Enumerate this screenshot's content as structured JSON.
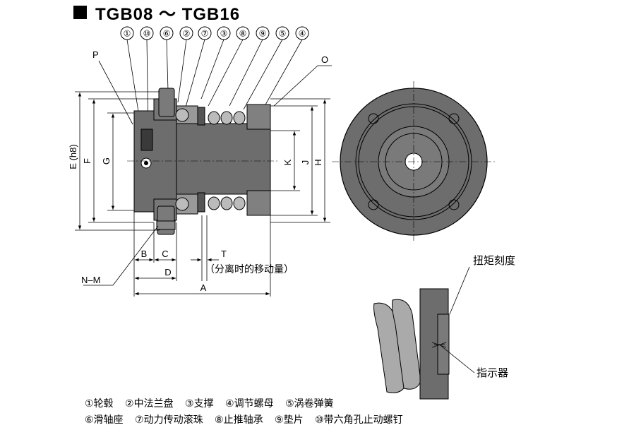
{
  "title": "TGB08 ～ TGB16",
  "callouts": [
    "①",
    "⑩",
    "⑥",
    "②",
    "⑦",
    "③",
    "⑧",
    "⑨",
    "⑤",
    "④"
  ],
  "side_labels": {
    "p": "P",
    "o": "O",
    "nm": "N–M"
  },
  "dimensions": {
    "e": "E (h8)",
    "f": "F",
    "g": "G",
    "k": "K",
    "j": "J",
    "h": "H",
    "b": "B",
    "c": "C",
    "d": "D",
    "a": "A",
    "t": "T",
    "t_note": "（分离时的移动量）"
  },
  "detail_labels": {
    "torque_scale": "扭矩刻度",
    "indicator": "指示器"
  },
  "legend": {
    "row1": [
      "①轮毂",
      "②中法兰盘",
      "③支撑",
      "④调节螺母",
      "⑤涡卷弹簧"
    ],
    "row2": [
      "⑥滑轴座",
      "⑦动力传动滚珠",
      "⑧止推轴承",
      "⑨垫片",
      "⑩带六角孔止动螺钉"
    ]
  }
}
